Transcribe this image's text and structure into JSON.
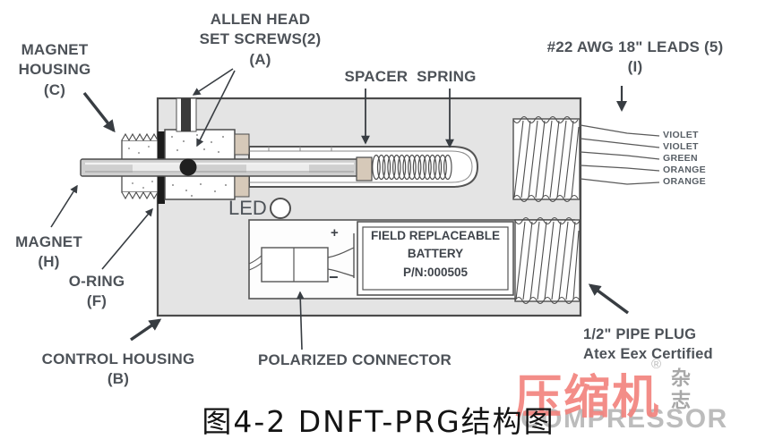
{
  "figure_caption": "图4-2 DNFT-PRG结构图",
  "labels": {
    "magnet_housing": "MAGNET\nHOUSING\n(C)",
    "allen_screws": "ALLEN HEAD\nSET SCREWS(2)\n(A)",
    "spacer_spring": "SPACER  SPRING",
    "leads": "#22 AWG 18\" LEADS (5)\n(I)",
    "magnet": "MAGNET\n(H)",
    "o_ring": "O-RING\n(F)",
    "control_housing": "CONTROL HOUSING\n(B)",
    "polarized_connector": "POLARIZED CONNECTOR",
    "pipe_plug": "1/2\" PIPE PLUG\nAtex Eex Certified",
    "led": "LED",
    "battery": "FIELD REPLACEABLE\nBATTERY\nP/N:000505",
    "plus": "+",
    "minus": "−"
  },
  "wire_colors": [
    "VIOLET",
    "VIOLET",
    "GREEN",
    "ORANGE",
    "ORANGE"
  ],
  "watermark": {
    "cn": "压缩机",
    "registered": "®",
    "vertical": "杂志",
    "en": "COMPRESSOR"
  },
  "colors": {
    "label_text": "#4d5258",
    "housing_fill": "#e4e4e4",
    "outline": "#4b4b4b",
    "watermark_red": "#f2837e",
    "watermark_gray": "#b3b3b3",
    "beige_spacer": "#d6c9b9",
    "black_parts": "#1c1c1c"
  }
}
